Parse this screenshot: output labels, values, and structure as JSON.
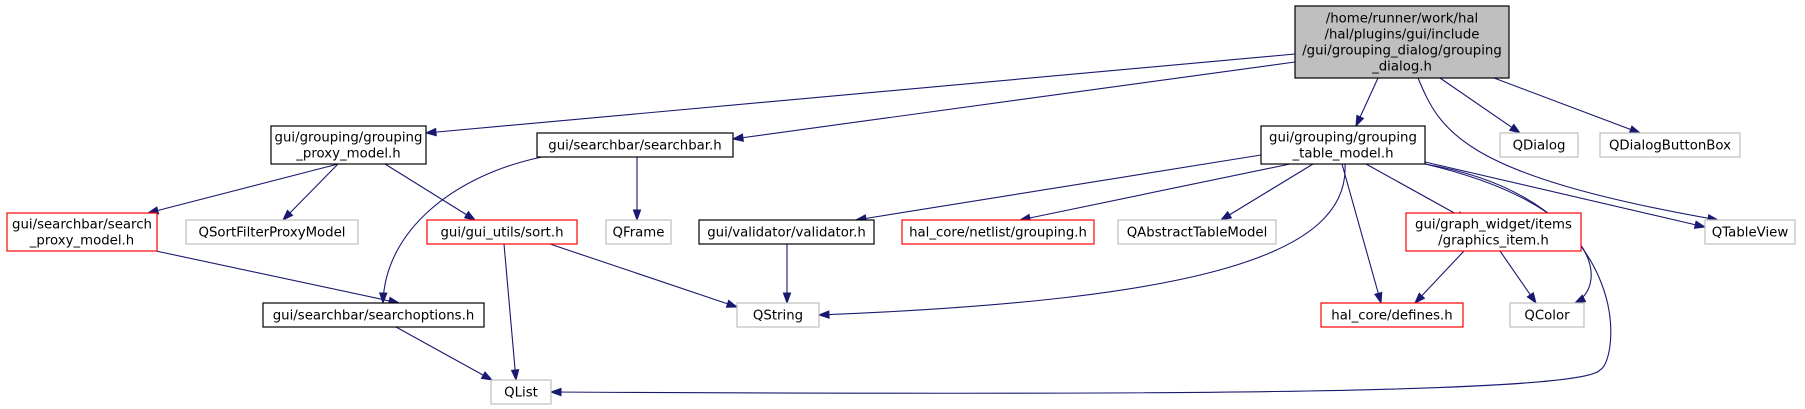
{
  "colors": {
    "edge": "#191970",
    "root_fill": "#bfbfbf",
    "border_black": "#000000",
    "border_red": "#ff0000",
    "border_gray": "#bfbfbf"
  },
  "nodes": [
    {
      "id": "root",
      "lines": [
        "/home/runner/work/hal",
        "/hal/plugins/gui/include",
        "/gui/grouping_dialog/grouping",
        "_dialog.h"
      ],
      "style": "root"
    },
    {
      "id": "proxy_model",
      "lines": [
        "gui/grouping/grouping",
        "_proxy_model.h"
      ],
      "style": "black"
    },
    {
      "id": "searchbar",
      "lines": [
        "gui/searchbar/searchbar.h"
      ],
      "style": "black"
    },
    {
      "id": "table_model",
      "lines": [
        "gui/grouping/grouping",
        "_table_model.h"
      ],
      "style": "black"
    },
    {
      "id": "qdialog",
      "lines": [
        "QDialog"
      ],
      "style": "gray"
    },
    {
      "id": "qdialogbuttonbox",
      "lines": [
        "QDialogButtonBox"
      ],
      "style": "gray"
    },
    {
      "id": "search_proxy",
      "lines": [
        "gui/searchbar/search",
        "_proxy_model.h"
      ],
      "style": "red"
    },
    {
      "id": "qsortfilter",
      "lines": [
        "QSortFilterProxyModel"
      ],
      "style": "gray"
    },
    {
      "id": "sort",
      "lines": [
        "gui/gui_utils/sort.h"
      ],
      "style": "red"
    },
    {
      "id": "qframe",
      "lines": [
        "QFrame"
      ],
      "style": "gray"
    },
    {
      "id": "validator",
      "lines": [
        "gui/validator/validator.h"
      ],
      "style": "black"
    },
    {
      "id": "grouping_h",
      "lines": [
        "hal_core/netlist/grouping.h"
      ],
      "style": "red"
    },
    {
      "id": "qabstracttable",
      "lines": [
        "QAbstractTableModel"
      ],
      "style": "gray"
    },
    {
      "id": "graphics_item",
      "lines": [
        "gui/graph_widget/items",
        "/graphics_item.h"
      ],
      "style": "red"
    },
    {
      "id": "qtableview",
      "lines": [
        "QTableView"
      ],
      "style": "gray"
    },
    {
      "id": "searchoptions",
      "lines": [
        "gui/searchbar/searchoptions.h"
      ],
      "style": "black"
    },
    {
      "id": "qstring",
      "lines": [
        "QString"
      ],
      "style": "gray"
    },
    {
      "id": "defines",
      "lines": [
        "hal_core/defines.h"
      ],
      "style": "red"
    },
    {
      "id": "qcolor",
      "lines": [
        "QColor"
      ],
      "style": "gray"
    },
    {
      "id": "qlist",
      "lines": [
        "QList"
      ],
      "style": "gray"
    }
  ],
  "edges": [
    [
      "root",
      "proxy_model"
    ],
    [
      "root",
      "searchbar"
    ],
    [
      "root",
      "table_model"
    ],
    [
      "root",
      "qdialog"
    ],
    [
      "root",
      "qdialogbuttonbox"
    ],
    [
      "root",
      "qtableview"
    ],
    [
      "proxy_model",
      "search_proxy"
    ],
    [
      "proxy_model",
      "qsortfilter"
    ],
    [
      "proxy_model",
      "sort"
    ],
    [
      "searchbar",
      "qframe"
    ],
    [
      "searchbar",
      "searchoptions"
    ],
    [
      "table_model",
      "validator"
    ],
    [
      "table_model",
      "grouping_h"
    ],
    [
      "table_model",
      "qabstracttable"
    ],
    [
      "table_model",
      "graphics_item"
    ],
    [
      "table_model",
      "qtableview"
    ],
    [
      "table_model",
      "qstring"
    ],
    [
      "table_model",
      "defines"
    ],
    [
      "table_model",
      "qcolor"
    ],
    [
      "table_model",
      "qlist"
    ],
    [
      "search_proxy",
      "searchoptions"
    ],
    [
      "sort",
      "qstring"
    ],
    [
      "sort",
      "qlist"
    ],
    [
      "validator",
      "qstring"
    ],
    [
      "graphics_item",
      "defines"
    ],
    [
      "graphics_item",
      "qcolor"
    ],
    [
      "searchoptions",
      "qlist"
    ]
  ]
}
